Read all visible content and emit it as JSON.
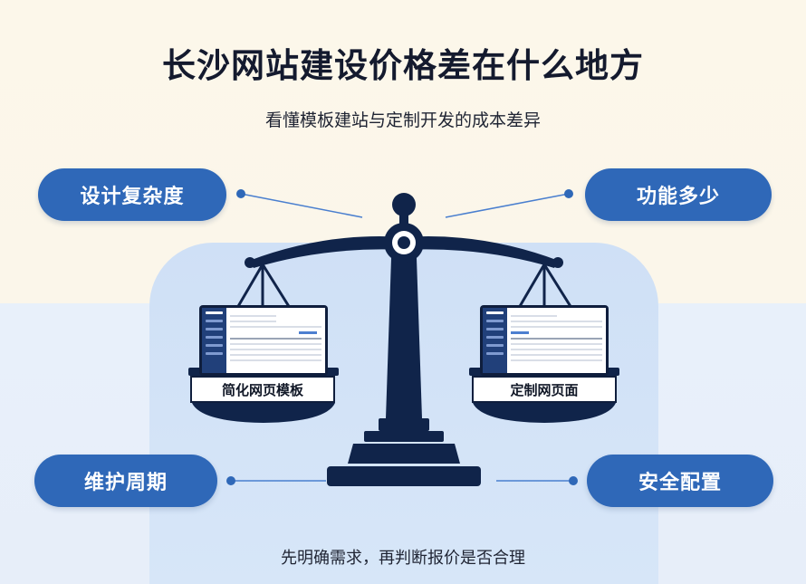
{
  "title": "长沙网站建设价格差在什么地方",
  "subtitle": "看懂模板建站与定制开发的成本差异",
  "factors": {
    "design": "设计复杂度",
    "function": "功能多少",
    "maintenance": "维护周期",
    "security": "安全配置"
  },
  "scale": {
    "left_label": "简化网页模板",
    "right_label": "定制网页面"
  },
  "footer": "先明确需求，再判断报价是否合理",
  "colors": {
    "pill": "#2f68b8",
    "scale": "#10244a",
    "panel": "#d3e3f7"
  }
}
